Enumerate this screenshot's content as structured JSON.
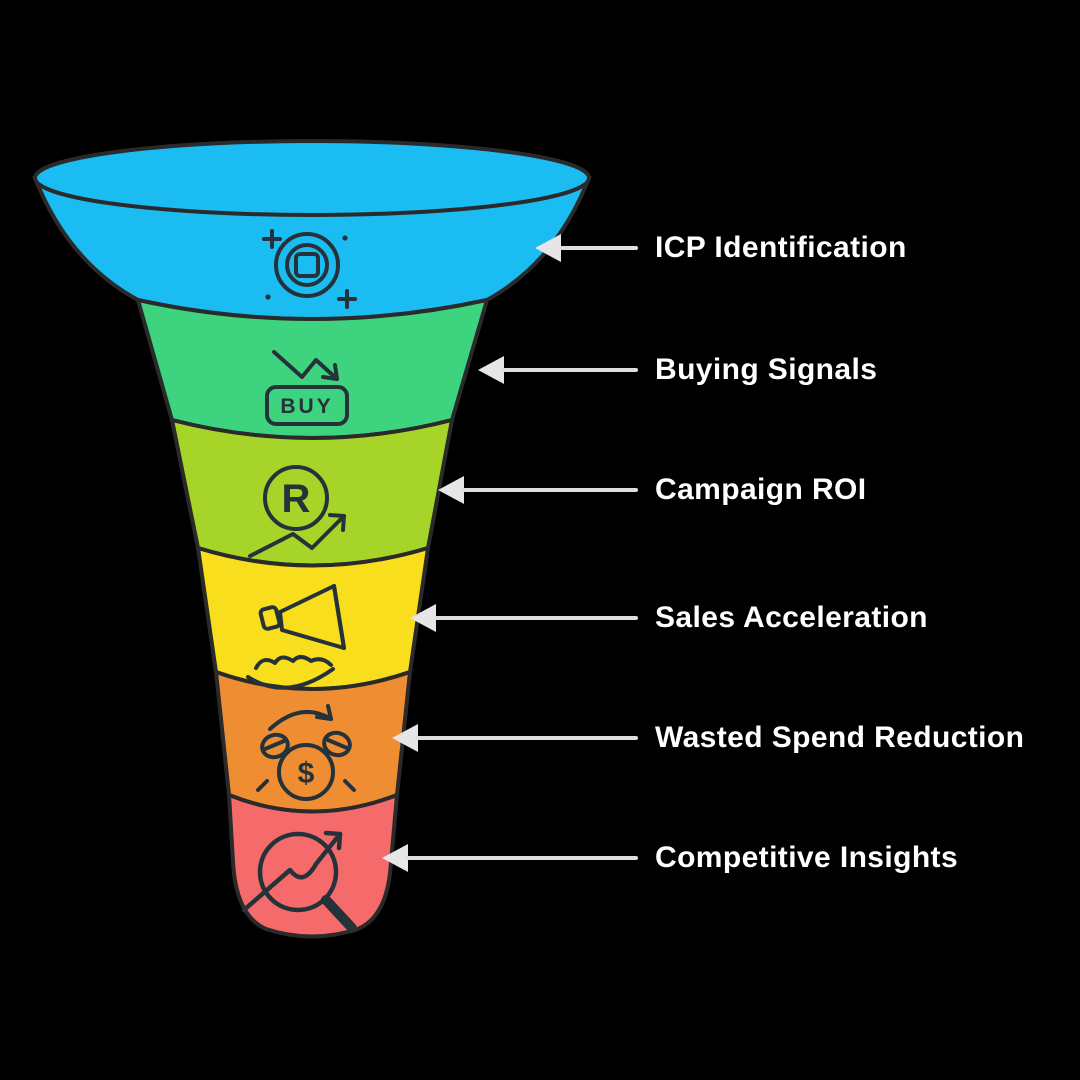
{
  "background": "#000000",
  "funnel": {
    "outline_color": "#2a2a2a",
    "icon_color": "#26323a",
    "levels": [
      {
        "label": "ICP Identification",
        "color": "#1abcf1",
        "icon": "target-icon",
        "icon_text": ""
      },
      {
        "label": "Buying Signals",
        "color": "#3ed47f",
        "icon": "buy-signal-icon",
        "icon_text": "BUY"
      },
      {
        "label": "Campaign ROI",
        "color": "#a6d428",
        "icon": "roi-icon",
        "icon_text": "R"
      },
      {
        "label": "Sales Acceleration",
        "color": "#f8de1c",
        "icon": "megaphone-hand-icon",
        "icon_text": ""
      },
      {
        "label": "Wasted Spend Reduction",
        "color": "#ef8d33",
        "icon": "money-cycle-icon",
        "icon_text": "$"
      },
      {
        "label": "Competitive Insights",
        "color": "#f56b6b",
        "icon": "magnifier-trend-icon",
        "icon_text": ""
      }
    ]
  },
  "annotations": {
    "arrow_color": "#e6e6e6",
    "text_color": "#ffffff"
  }
}
